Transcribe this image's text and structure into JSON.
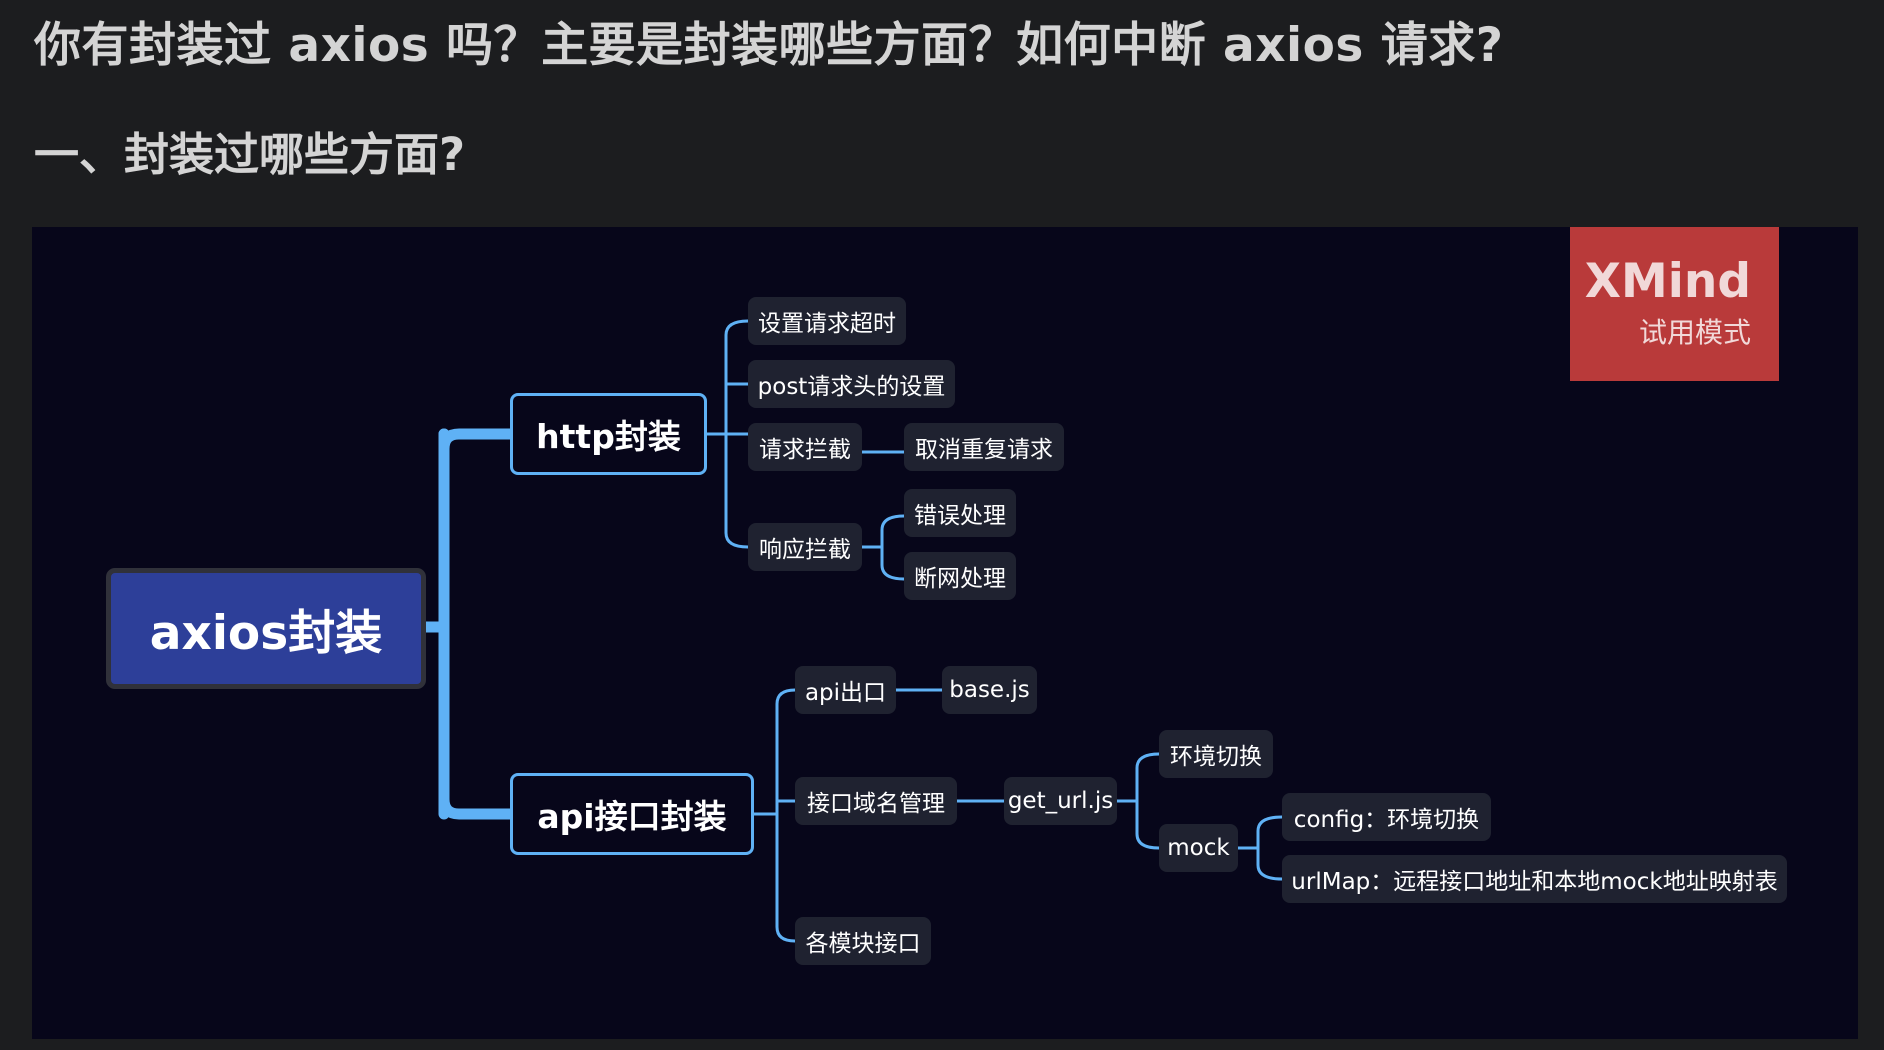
{
  "page": {
    "title": "你有封装过 axios 吗？主要是封装哪些方面？如何中断 axios 请求?",
    "section_heading": "一、封装过哪些方面?"
  },
  "mindmap": {
    "root": "axios封装",
    "http": {
      "label": "http封装",
      "timeout": "设置请求超时",
      "post_header": "post请求头的设置",
      "req_intercept": "请求拦截",
      "cancel_dup": "取消重复请求",
      "res_intercept": "响应拦截",
      "error_handling": "错误处理",
      "network_handling": "断网处理"
    },
    "api": {
      "label": "api接口封装",
      "api_export": "api出口",
      "base_js": "base.js",
      "domain_mgmt": "接口域名管理",
      "get_url": "get_url.js",
      "env_switch": "环境切换",
      "mock": "mock",
      "config": "config：环境切换",
      "urlmap": "urlMap：远程接口地址和本地mock地址映射表",
      "modules": "各模块接口"
    },
    "colors": {
      "connector": "#5fb1f5",
      "root_fill": "#2d3f99",
      "leaf_fill": "#1f2230",
      "canvas": "#07061a"
    }
  },
  "watermark": {
    "logo": "XMind",
    "mode": "试用模式"
  }
}
